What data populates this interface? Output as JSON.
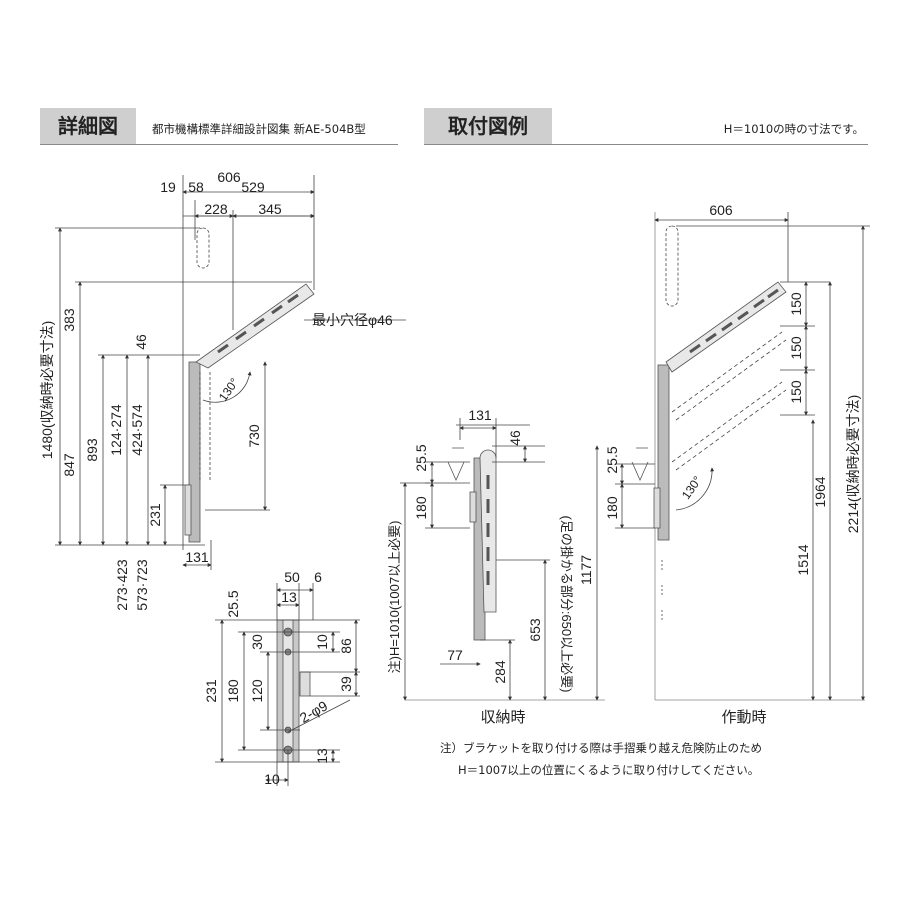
{
  "left_section": {
    "tab": "詳細図",
    "subtitle": "都市機構標準詳細設計図集 新AE-504B型"
  },
  "right_section": {
    "tab": "取付図例",
    "subtitle": "H＝1010の時の寸法です。"
  },
  "detail": {
    "w606": "606",
    "w19": "19",
    "w58": "58",
    "w529": "529",
    "w228": "228",
    "w345": "345",
    "h1480": "1480(収納時必要寸法)",
    "h383": "383",
    "h46": "46",
    "h847": "847",
    "h893": "893",
    "h124": "124·274",
    "h424": "424·574",
    "h730": "730",
    "h231": "231",
    "b273": "273·423",
    "b573": "573·723",
    "w131": "131",
    "hole": "最小穴径φ46",
    "angle": "130°"
  },
  "bracket": {
    "w50": "50",
    "w6": "6",
    "w13": "13",
    "h25": "25.5",
    "h30": "30",
    "h10": "10",
    "h86": "86",
    "h231": "231",
    "h180": "180",
    "h120": "120",
    "h39": "39",
    "hole": "2-φ9",
    "b13": "13",
    "b10": "10"
  },
  "stored": {
    "w131": "131",
    "h46": "46",
    "h25": "25.5",
    "h180": "180",
    "H": "注)H=1010(1007以上必要)",
    "foot": "(足の掛かる部分:650以上必要)",
    "h653": "653",
    "h1177": "1177",
    "w77": "77",
    "h284": "284",
    "label": "収納時"
  },
  "active": {
    "w606": "606",
    "h150a": "150",
    "h150b": "150",
    "h150c": "150",
    "h25": "25.5",
    "h180": "180",
    "h1514": "1514",
    "h1964": "1964",
    "h2214": "2214(収納時必要寸法)",
    "angle": "130°",
    "label": "作動時"
  },
  "notes": [
    "注）ブラケットを取り付ける際は手摺乗り越え危険防止のため",
    "H＝1007以上の位置にくるように取り付けしてください。"
  ]
}
